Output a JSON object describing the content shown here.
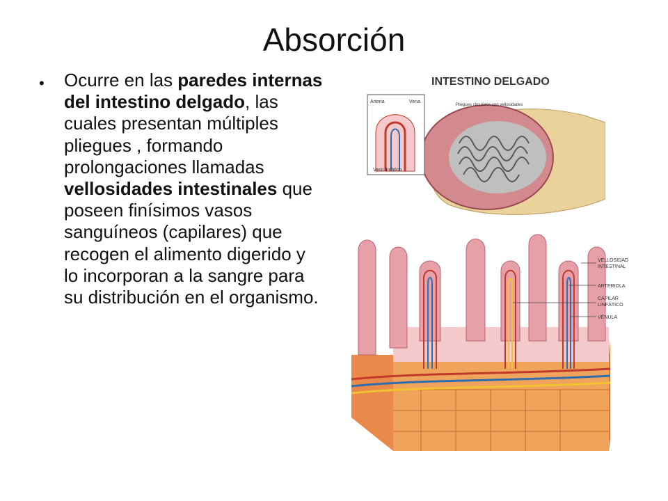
{
  "slide": {
    "title": "Absorción"
  },
  "bullet": {
    "t1": "Ocurre en las ",
    "b1": "paredes internas del  intestino delgado",
    "t2": ", las cuales presentan múltiples pliegues , formando prolongaciones llamadas ",
    "b2": "vellosidades intestinales",
    "t3": " que poseen finísimos vasos sanguíneos (capilares) que recogen el alimento digerido y lo incorporan a la sangre para su distribución en el organismo."
  },
  "figure_top": {
    "title": "INTESTINO DELGADO",
    "label_arteria": "Arteria",
    "label_vena": "Vena",
    "label_pliegues": "Pliegues circulares con vellosidades",
    "label_vaso": "Vaso linfático"
  },
  "figure_bottom": {
    "label_vellosidad_1": "VELLOSIDAD",
    "label_vellosidad_2": "INTESTINAL",
    "label_arteriola": "ARTERIOLA",
    "label_capilar_1": "CAPILAR",
    "label_capilar_2": "LINFÁTICO",
    "label_venula": "VÉNULA"
  },
  "colors": {
    "tissue_pink": "#e8a0a8",
    "tissue_light": "#f3c9cc",
    "muscle_orange": "#e98a4a",
    "artery_red": "#c0392b",
    "vein_blue": "#2f6db0",
    "lymph_yellow": "#f1c232",
    "outer_tan": "#e9d39a"
  }
}
